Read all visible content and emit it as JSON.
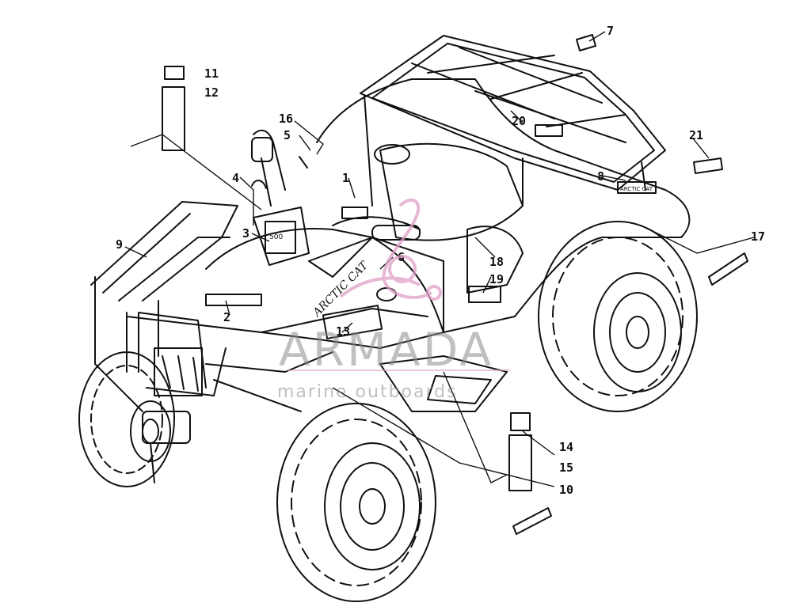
{
  "diagram": {
    "callouts": [
      {
        "id": "c1",
        "label": "1"
      },
      {
        "id": "c2",
        "label": "2"
      },
      {
        "id": "c3",
        "label": "3"
      },
      {
        "id": "c4",
        "label": "4"
      },
      {
        "id": "c5",
        "label": "5"
      },
      {
        "id": "c6",
        "label": "6"
      },
      {
        "id": "c7",
        "label": "7"
      },
      {
        "id": "c8",
        "label": "8"
      },
      {
        "id": "c9",
        "label": "9"
      },
      {
        "id": "c10",
        "label": "10"
      },
      {
        "id": "c11",
        "label": "11"
      },
      {
        "id": "c12",
        "label": "12"
      },
      {
        "id": "c13",
        "label": "13"
      },
      {
        "id": "c14",
        "label": "14"
      },
      {
        "id": "c15",
        "label": "15"
      },
      {
        "id": "c16",
        "label": "16"
      },
      {
        "id": "c17",
        "label": "17"
      },
      {
        "id": "c18",
        "label": "18"
      },
      {
        "id": "c19",
        "label": "19"
      },
      {
        "id": "c20",
        "label": "20"
      },
      {
        "id": "c21",
        "label": "21"
      }
    ],
    "decals": {
      "fender_brand": "ARCTIC CAT",
      "rack_brand": "ARCTIC CAT",
      "pod_text": "500"
    }
  },
  "watermark": {
    "title": "ARMADA",
    "subtitle": "marine outboards",
    "color": "#e0a0c8"
  }
}
